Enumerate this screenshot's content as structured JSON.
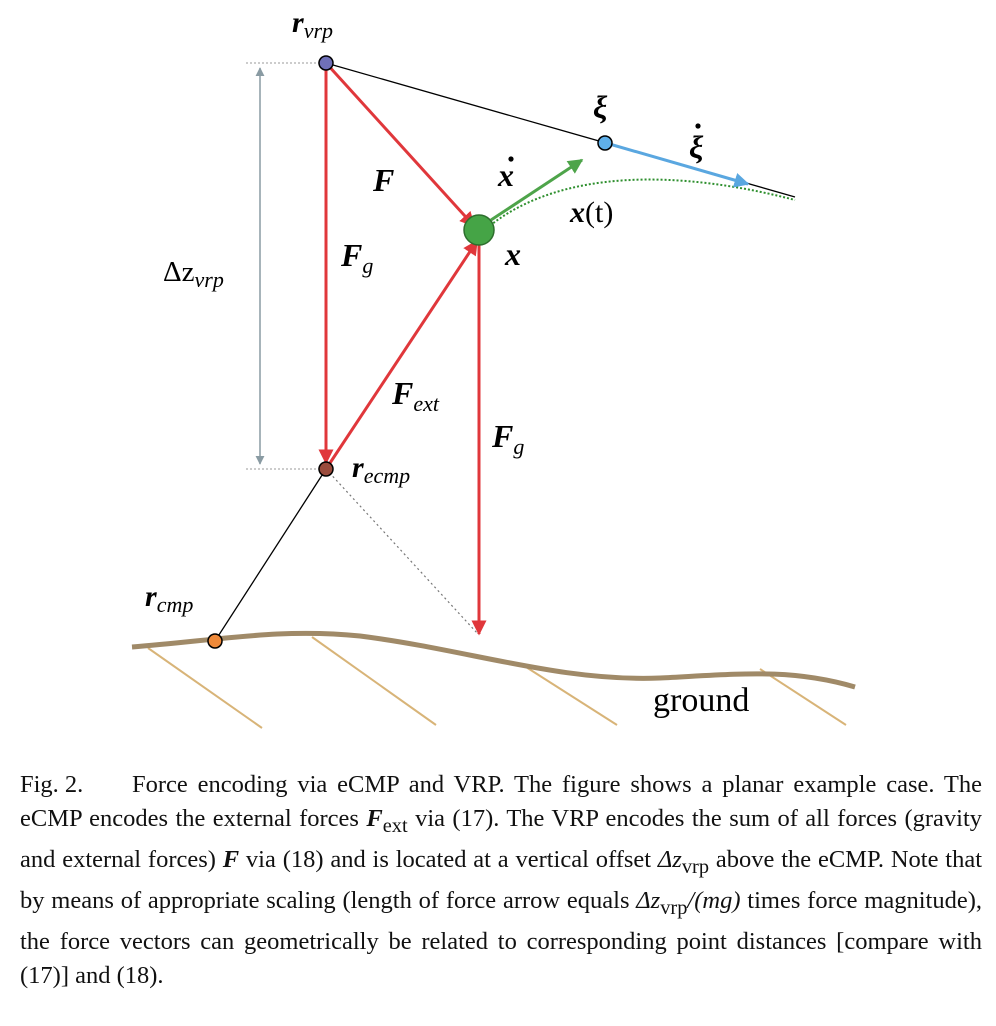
{
  "figure": {
    "labels": {
      "r_vrp": {
        "base": "r",
        "sub": "vrp"
      },
      "xi": "ξ",
      "xi_dot": "ξ",
      "x_dot": "x",
      "F": "F",
      "x_t": {
        "var": "x",
        "arg": "(t)"
      },
      "x": "x",
      "delta_z": {
        "base": "Δz",
        "sub": "vrp"
      },
      "F_g_left": {
        "base": "F",
        "sub": "g"
      },
      "F_ext": {
        "base": "F",
        "sub": "ext"
      },
      "F_g_right": {
        "base": "F",
        "sub": "g"
      },
      "r_ecmp": {
        "base": "r",
        "sub": "ecmp"
      },
      "r_cmp": {
        "base": "r",
        "sub": "cmp"
      },
      "ground": "ground"
    },
    "colors": {
      "force_red": "#e0373b",
      "velocity_green": "#4ea44a",
      "dcm_velocity_blue": "#5aa7e0",
      "ground_brown": "#a08a68",
      "hatch_tan": "#d8b478",
      "vrp_point": "#6f70b8",
      "dcm_point": "#5fb0ea",
      "com_point": "#45a446",
      "ecmp_point": "#9a4b3c",
      "cmp_point": "#ef8a3a",
      "dimension_gray": "#8a9ba3"
    }
  },
  "caption": {
    "fig_label": "Fig. 2.",
    "t1": "Force encoding via eCMP and VRP. The figure shows a planar example case. The eCMP encodes the external forces ",
    "f_ext_base": "F",
    "f_ext_sub": "ext",
    "t2": " via (17). The VRP encodes the sum of all forces (gravity and external forces) ",
    "f_base": "F",
    "t3": " via (18) and is located at a vertical offset ",
    "dz1_base": "Δz",
    "dz1_sub": "vrp",
    "t4": " above the eCMP. Note that by means of appropriate scaling (length of force arrow equals ",
    "dz2_base": "Δz",
    "dz2_sub": "vrp",
    "t5": "/(mg)",
    "t6": " times force magnitude), the force vectors can geometrically be related to corresponding point distances [compare with (17)] and (18)."
  }
}
